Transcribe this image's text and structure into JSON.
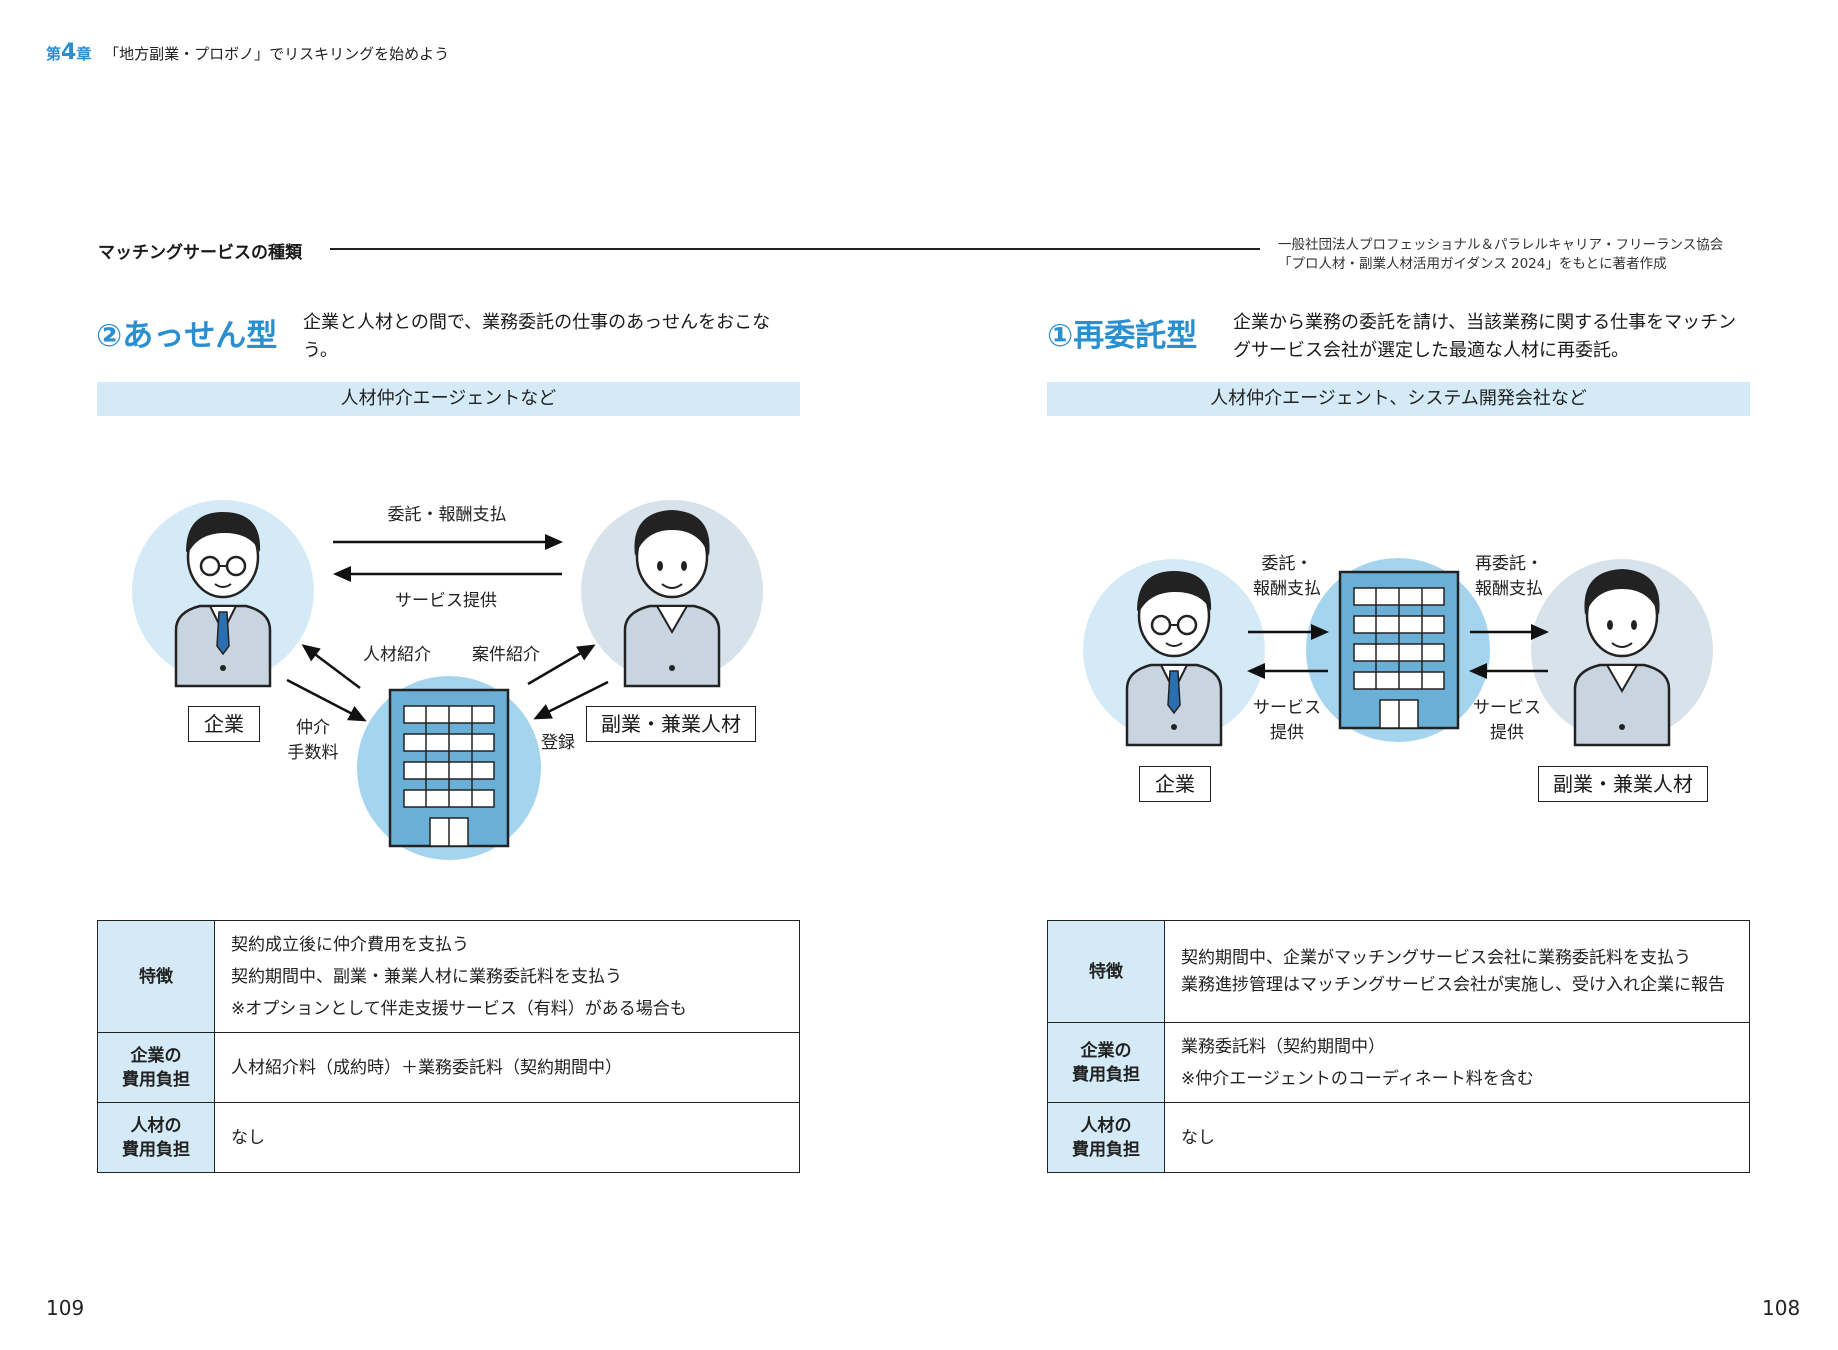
{
  "header": {
    "chapter_prefix": "第",
    "chapter_num": "4",
    "chapter_suffix": "章",
    "chapter_title": "「地方副業・プロボノ」でリスキリングを始めよう"
  },
  "section": {
    "title": "マッチングサービスの種類",
    "source_line1": "一般社団法人プロフェッショナル＆パラレルキャリア・フリーランス協会",
    "source_line2": "「プロ人材・副業人材活用ガイダンス 2024」をもとに著者作成"
  },
  "left_panel": {
    "type_title": "②あっせん型",
    "desc": "企業と人材との間で、業務委託の仕事のあっせんをおこなう。",
    "bar_text": "人材仲介エージェントなど",
    "diagram": {
      "arrow_top": "委託・報酬支払",
      "arrow_bottom": "サービス提供",
      "label_intro": "人材紹介",
      "label_case": "案件紹介",
      "label_fee_1": "仲介",
      "label_fee_2": "手数料",
      "label_register": "登録",
      "company_label": "企業",
      "talent_label": "副業・兼業人材"
    },
    "table": {
      "row1_head": "特徴",
      "row1_lines": [
        "契約成立後に仲介費用を支払う",
        "契約期間中、副業・兼業人材に業務委託料を支払う",
        "※オプションとして伴走支援サービス（有料）がある場合も"
      ],
      "row2_head_1": "企業の",
      "row2_head_2": "費用負担",
      "row2_lines": [
        "人材紹介料（成約時）＋業務委託料（契約期間中）"
      ],
      "row3_head_1": "人材の",
      "row3_head_2": "費用負担",
      "row3_lines": [
        "なし"
      ]
    },
    "page_number": "109"
  },
  "right_panel": {
    "type_title": "①再委託型",
    "desc": "企業から業務の委託を請け、当該業務に関する仕事をマッチングサービス会社が選定した最適な人材に再委託。",
    "bar_text": "人材仲介エージェント、システム開発会社など",
    "diagram": {
      "label_left_top_1": "委託・",
      "label_left_top_2": "報酬支払",
      "label_right_top_1": "再委託・",
      "label_right_top_2": "報酬支払",
      "label_left_bottom_1": "サービス",
      "label_left_bottom_2": "提供",
      "label_right_bottom_1": "サービス",
      "label_right_bottom_2": "提供",
      "company_label": "企業",
      "talent_label": "副業・兼業人材"
    },
    "table": {
      "row1_head": "特徴",
      "row1_lines": [
        "契約期間中、企業がマッチングサービス会社に業務委託料を支払う",
        "業務進捗管理はマッチングサービス会社が実施し、受け入れ企業に報告"
      ],
      "row2_head_1": "企業の",
      "row2_head_2": "費用負担",
      "row2_lines": [
        "業務委託料（契約期間中）",
        "※仲介エージェントのコーディネート料を含む"
      ],
      "row3_head_1": "人材の",
      "row3_head_2": "費用負担",
      "row3_lines": [
        "なし"
      ]
    },
    "page_number": "108"
  },
  "colors": {
    "accent_blue": "#2a8fd0",
    "bar_bg": "#d4ebf7",
    "circle_light": "#d4ebf7",
    "circle_gray": "#d8e2ea",
    "building_blue": "#6aafd6",
    "building_circle": "#a5d4ef"
  }
}
